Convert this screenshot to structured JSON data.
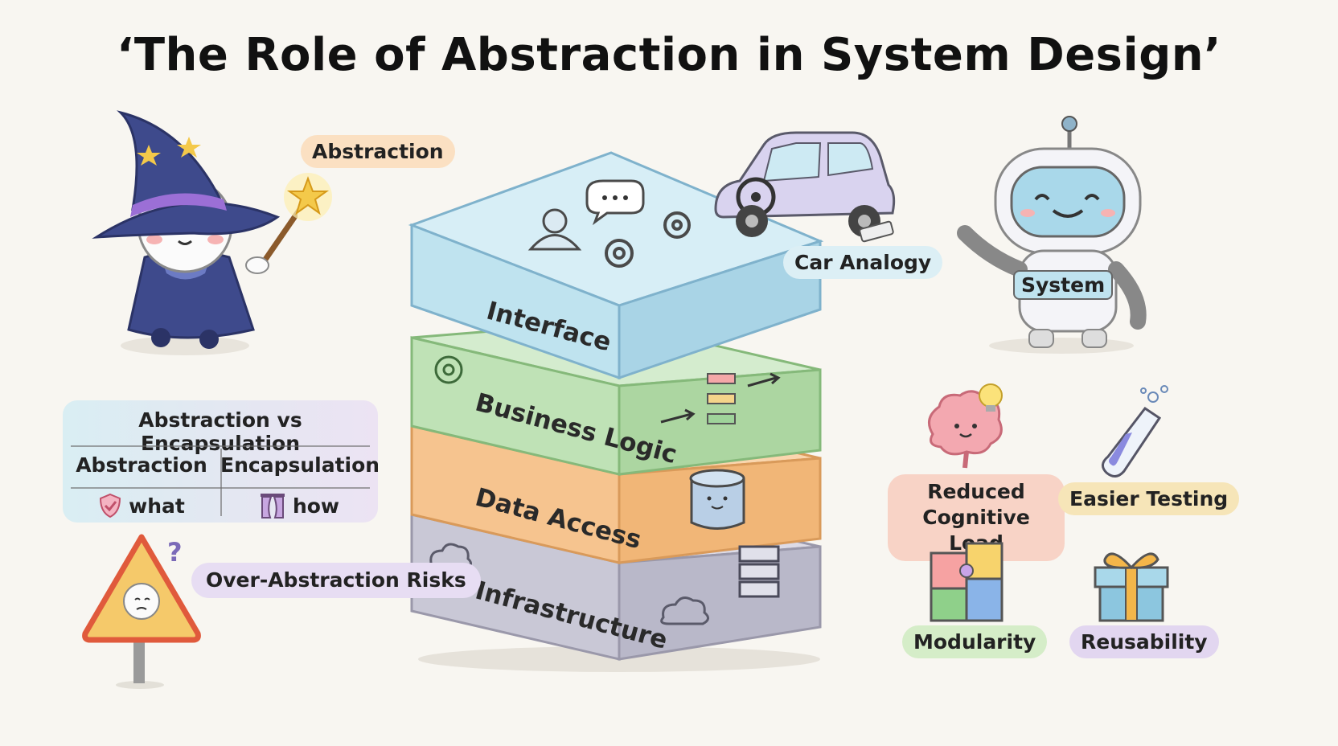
{
  "title": "‘The Role of Abstraction in System Design’",
  "labels": {
    "abstraction": "Abstraction",
    "car_analogy": "Car Analogy",
    "system": "System",
    "over_abstraction": "Over-Abstraction Risks"
  },
  "layers": [
    {
      "label": "Interface",
      "color": "#bfe3ef"
    },
    {
      "label": "Business Logic",
      "color": "#bfe2b6"
    },
    {
      "label": "Data Access",
      "color": "#f6c48f"
    },
    {
      "label": "Infrastructure",
      "color": "#c9c8d6"
    }
  ],
  "comparison": {
    "title": "Abstraction vs Encapsulation",
    "columns": [
      "Abstraction",
      "Encapsulation"
    ],
    "values": [
      "what",
      "how"
    ]
  },
  "benefits": [
    {
      "label": "Reduced Cognitive Load",
      "icon": "brain-icon",
      "color": "#f8d3c6"
    },
    {
      "label": "Easier Testing",
      "icon": "test-tube-icon",
      "color": "#f6e5b8"
    },
    {
      "label": "Modularity",
      "icon": "puzzle-icon",
      "color": "#d5edc8"
    },
    {
      "label": "Reusability",
      "icon": "gift-icon",
      "color": "#e2d6f0"
    }
  ],
  "colors": {
    "background": "#f8f6f1",
    "wizard_robe": "#3e4a8c",
    "warning_sign": "#f5c96a",
    "warning_border": "#e05a3c"
  }
}
